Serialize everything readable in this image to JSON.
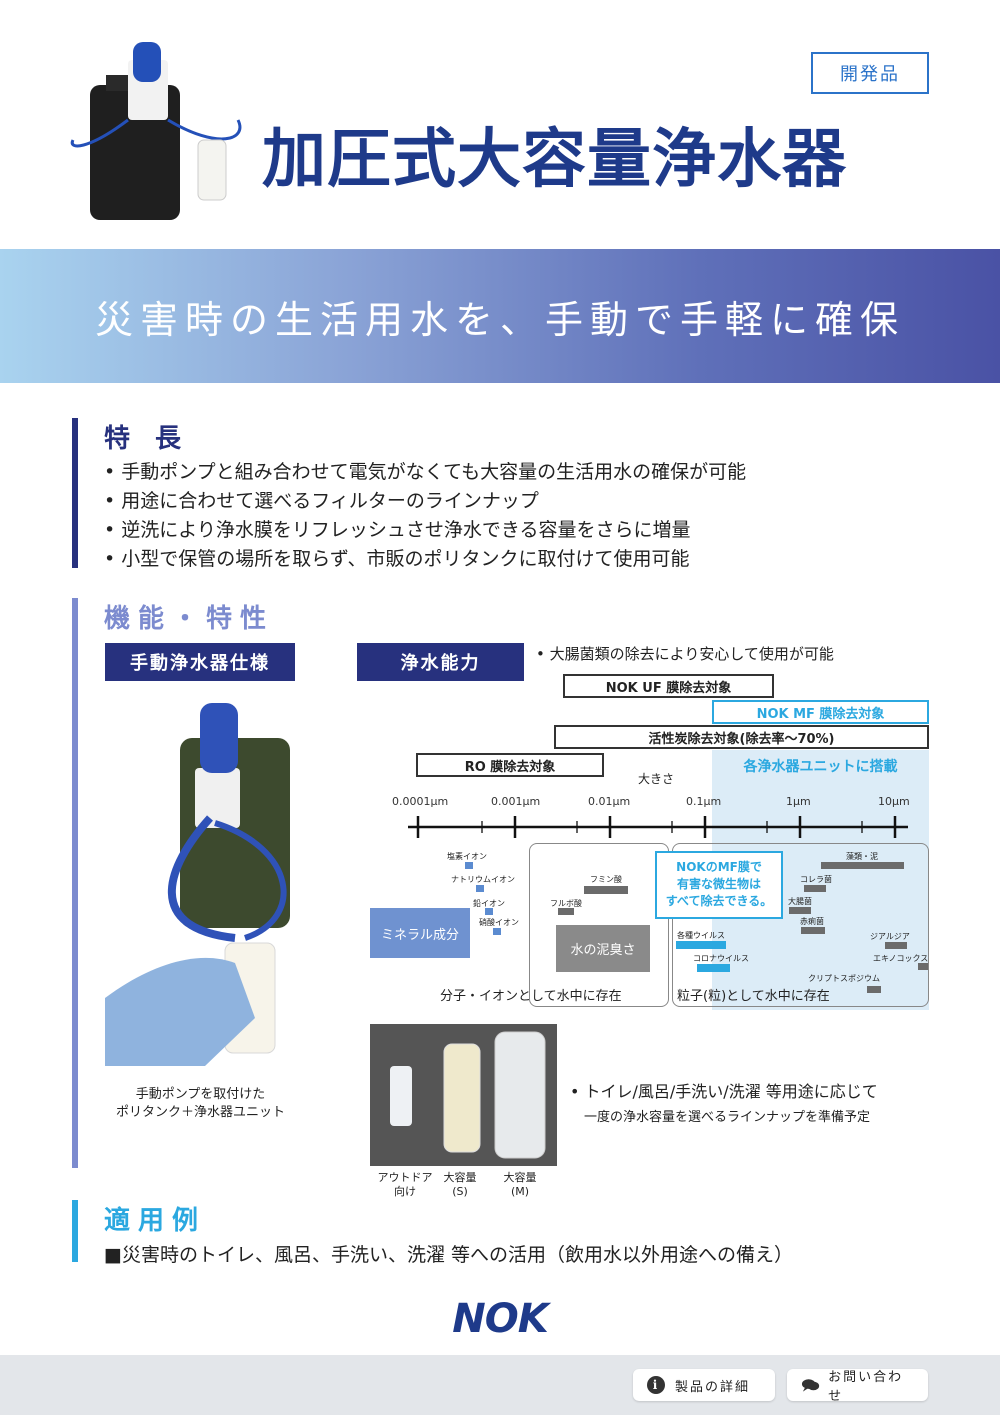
{
  "header": {
    "badge": "開発品",
    "title": "加圧式大容量浄水器"
  },
  "banner": {
    "tagline": "災害時の生活用水を、手動で手軽に確保"
  },
  "features": {
    "heading": "特 長",
    "items": [
      "手動ポンプと組み合わせて電気がなくても大容量の生活用水の確保が可能",
      "用途に合わせて選べるフィルターのラインナップ",
      "逆洗により浄水膜をリフレッシュさせ浄水できる容量をさらに増量",
      "小型で保管の場所を取らず、市販のポリタンクに取付けて使用可能"
    ]
  },
  "specs": {
    "heading": "機能・特性",
    "left_label": "手動浄水器仕様",
    "right_label": "浄水能力",
    "note": "• 大腸菌類の除去により安心して使用が可能",
    "photo_caption": [
      "手動ポンプを取付けた",
      "ポリタンク＋浄水器ユニット"
    ]
  },
  "diagram": {
    "uf": "NOK UF 膜除去対象",
    "mf": "NOK MF 膜除去対象",
    "carbon": "活性炭除去対象(除去率～70%)",
    "ro": "RO 膜除去対象",
    "units": "各浄水器ユニットに搭載",
    "size": "大きさ",
    "ticks": [
      "0.0001μm",
      "0.001μm",
      "0.01μm",
      "0.1μm",
      "1μm",
      "10μm"
    ],
    "ions": [
      "塩素イオン",
      "ナトリウムイオン",
      "鉛イオン",
      "硝酸イオン"
    ],
    "mineral": "ミネラル成分",
    "humic": "フミン酸",
    "fulvic": "フルボ酸",
    "mud_smell": "水の泥臭さ",
    "mf_callout": [
      "NOKのMF膜で",
      "有害な微生物は",
      "すべて除去できる。"
    ],
    "particles": [
      "藻類・泥",
      "コレラ菌",
      "大腸菌",
      "赤痢菌",
      "ジアルジア",
      "エキノコックス",
      "各種ウイルス",
      "コロナウイルス",
      "クリプトスポジウム"
    ],
    "dissolved_label": "分子・イオンとして水中に存在",
    "particle_label": "粒子(粒)として水中に存在"
  },
  "lineup": {
    "note_line1": "• トイレ/風呂/手洗い/洗濯 等用途に応じて",
    "note_line2": "一度の浄水容量を選べるラインナップを準備予定",
    "captions": [
      [
        "アウトドア",
        "向け"
      ],
      [
        "大容量",
        "(S)"
      ],
      [
        "大容量",
        "(M)"
      ]
    ]
  },
  "applications": {
    "heading": "適用例",
    "text": "■災害時のトイレ、風呂、手洗い、洗濯 等への活用（飲用水以外用途への備え）"
  },
  "logo": "NOK",
  "footer": {
    "details": "製品の詳細",
    "contact": "お問い合わせ"
  },
  "colors": {
    "navy": "#1e3a8a",
    "accent_blue": "#2ba8e0",
    "banner_start": "#a9d3ef",
    "banner_end": "#4a52a5"
  }
}
